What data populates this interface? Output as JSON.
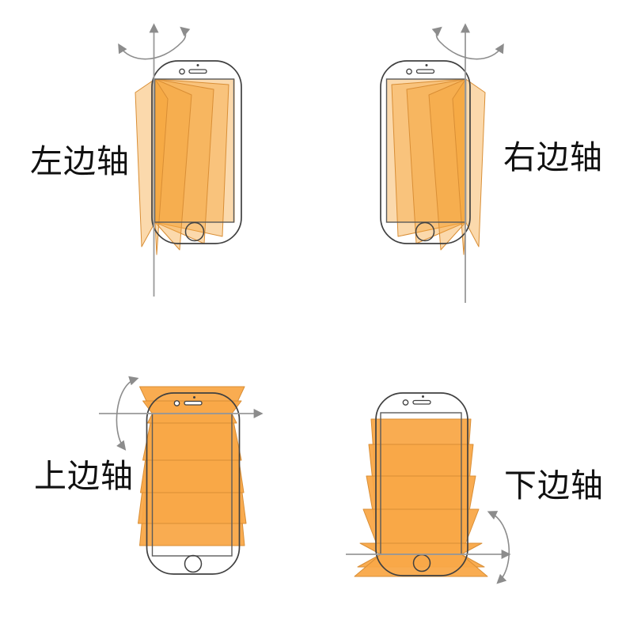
{
  "labels": {
    "top_left": "左边轴",
    "top_right": "右边轴",
    "bottom_left": "上边轴",
    "bottom_right": "下边轴"
  },
  "colors": {
    "page_fill_translucent": "rgba(246,164,58,0.42)",
    "page_fill_solid": "#F9A848",
    "page_stroke": "#D98E35",
    "phone_outline": "#404040",
    "screen_outline": "#5A5A5A",
    "axis_line": "#9A9A9A",
    "arrow_fill": "#8C8C8C",
    "label_text": "#111111",
    "background": "#FFFFFF"
  },
  "icons": {
    "phone": "phone-outline-icon",
    "rotation": "rotation-arc-arrow-icon",
    "axis": "axis-arrow-icon",
    "pages": "flip-page-fan-icon"
  }
}
